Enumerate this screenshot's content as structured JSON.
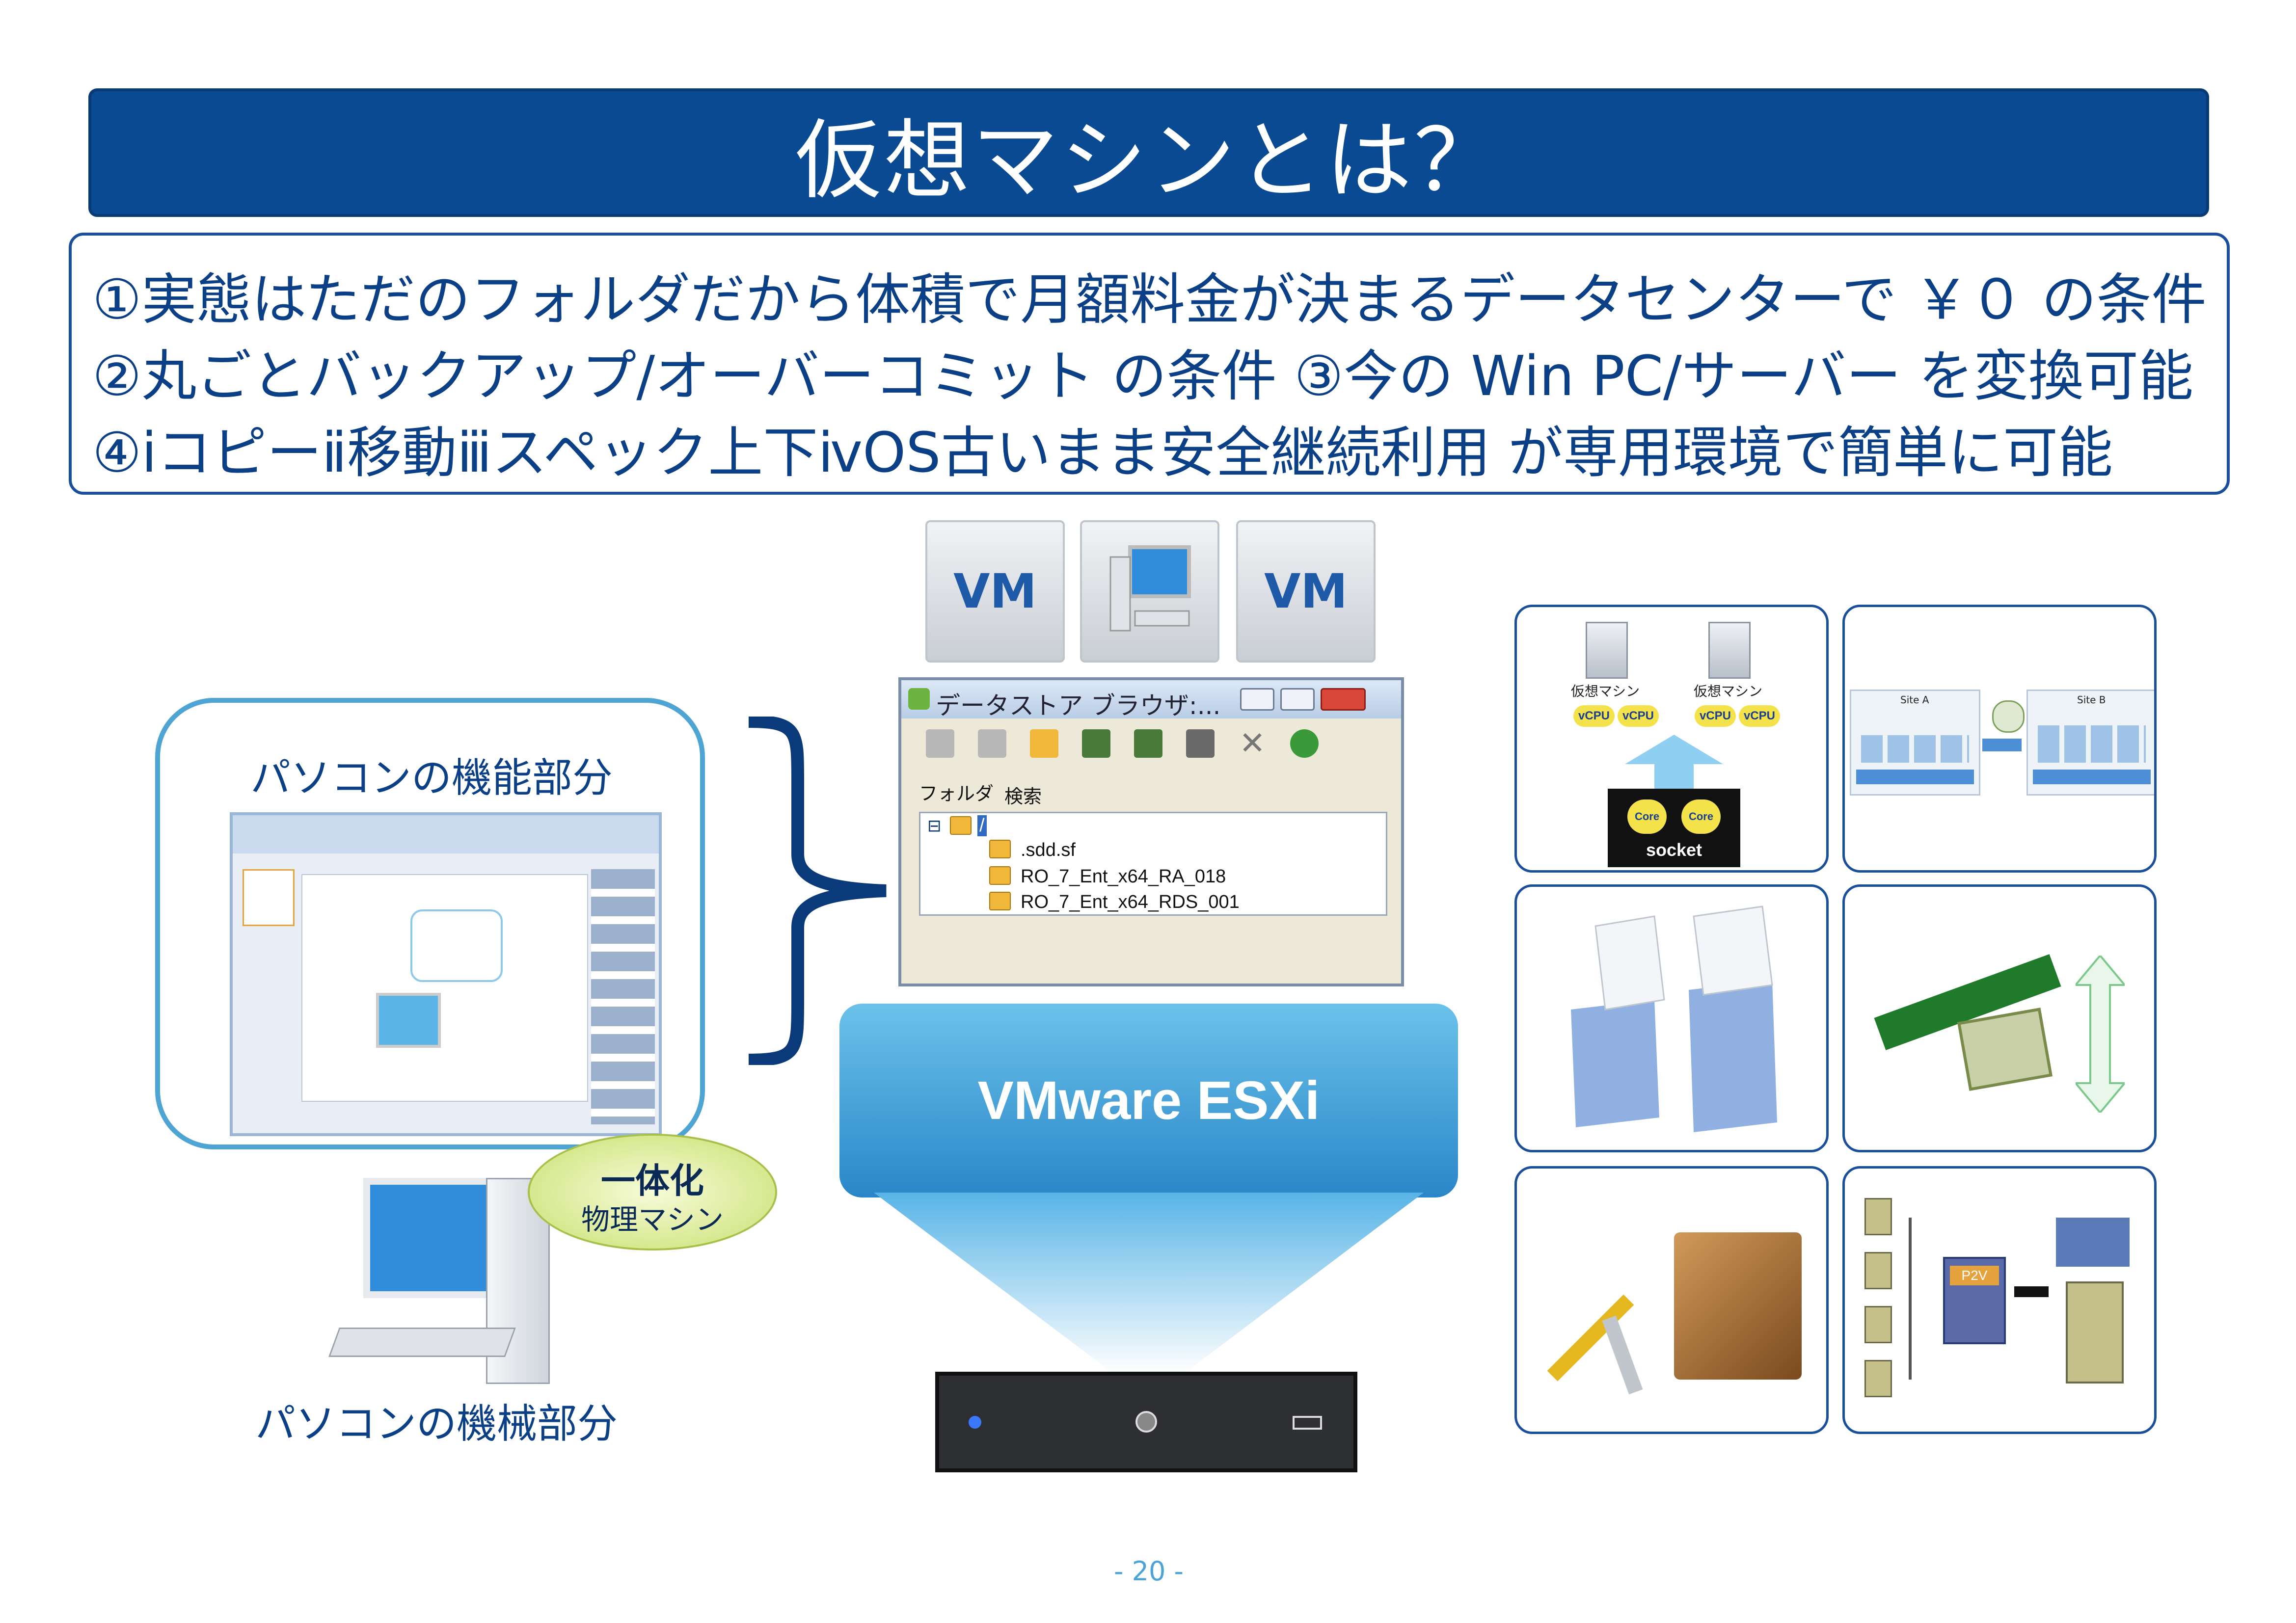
{
  "title": "仮想マシンとは？",
  "summary": {
    "line1": "①実態はただのフォルダだから体積で月額料金が決まるデータセンターで ￥０ の条件",
    "line2": "②丸ごとバックアップ/オーバーコミット の条件 ③今の Win PC/サーバー を変換可能",
    "line3": "④ⅰコピーⅱ移動ⅲスペック上下ⅳOS古いまま安全継続利用 が専用環境で簡単に可能"
  },
  "pc": {
    "function_label": "パソコンの機能部分",
    "machine_label": "パソコンの機械部分",
    "bubble_title": "一体化",
    "bubble_sub": "物理マシン"
  },
  "vm_tiles": {
    "left": "VM",
    "right": "VM"
  },
  "datastore": {
    "title": "データストア ブラウザ:...",
    "tab_folder": "フォルダ",
    "tab_search": "検索",
    "root": "/",
    "items": [
      ".sdd.sf",
      "RO_7_Ent_x64_RA_018",
      "RO_7_Ent_x64_RDS_001"
    ]
  },
  "esxi_label": "VMware ESXi",
  "panels": {
    "vm1_label": "仮想マシン",
    "vm2_label": "仮想マシン",
    "vcpu": "vCPU",
    "core": "Core",
    "socket": "socket",
    "site_a": "Site A",
    "site_b": "Site B",
    "p2v": "P2V"
  },
  "page_number": "- 20 -",
  "colors": {
    "title_bg": "#0a4a93",
    "text_blue": "#0b3f86",
    "border_blue": "#1a4f9c",
    "bubble_border": "#4ea4d3",
    "esxi_top": "#6bc2ea",
    "esxi_bottom": "#2a86c8"
  }
}
